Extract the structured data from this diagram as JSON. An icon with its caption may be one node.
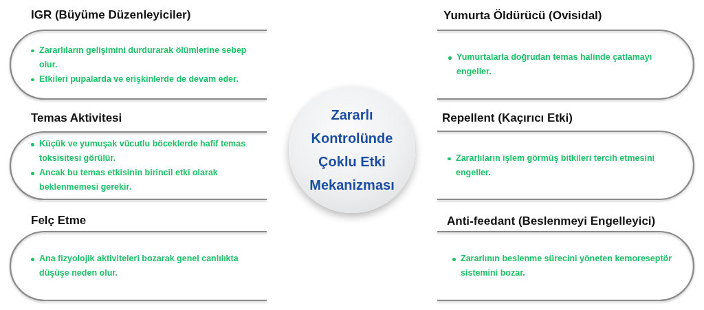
{
  "diagram": {
    "nodes": [
      {
        "text": [
          "Zararlı Kontrolünde Çoklu Etki Mekanizması"
        ]
      },
      {
        "text": [
          "IGR (Büyüme Düzenleyiciler)",
          "Zararlıların gelişimini durdurarak ölümlerine sebep olur.",
          "Etkileri pupalarda ve erişkinlerde de devam eder."
        ]
      },
      {
        "text": [
          "Temas Aktivitesi",
          "Küçük ve yumuşak vücutlu böceklerde hafif temas toksisitesi görülür.",
          "Ancak bu temas etkisinin birincil etki olarak beklenmemesi gerekir."
        ]
      },
      {
        "text": [
          "Felç Etme",
          "Ana fizyolojik aktiviteleri bozarak genel canlılıkta düşüşe neden olur."
        ]
      },
      {
        "text": [
          "Yumurta Öldürücü (Ovisidal)",
          "Yumurtalarla doğrudan temas halinde çatlamayı engeller."
        ]
      },
      {
        "text": [
          "Repellent (Kaçırıcı Etki)",
          "Zararlıların işlem görmüş bitkileri tercih etmesini engeller."
        ]
      },
      {
        "text": [
          "Anti-feedant (Beslenmeyi Engelleyici)",
          "Zararlının beslenme sürecini yöneten kemoreseptör sistemini bozar."
        ]
      }
    ]
  }
}
